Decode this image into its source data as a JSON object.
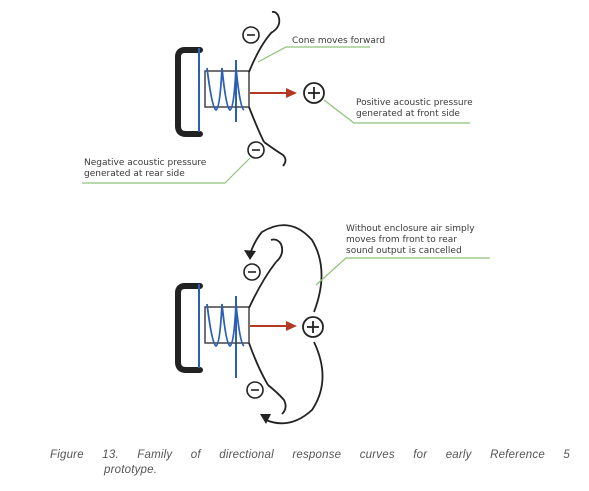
{
  "top_diagram": {
    "label_cone": "Cone moves forward",
    "label_positive": [
      "Positive acoustic pressure",
      "generated at front side"
    ],
    "label_negative": [
      "Negative acoustic pressure",
      "generated at rear side"
    ],
    "plus_symbol": "+",
    "minus_symbol": "−"
  },
  "bottom_diagram": {
    "label_enclosure": [
      "Without enclosure air simply",
      "moves from front to rear",
      "sound output is cancelled"
    ],
    "plus_symbol": "+",
    "minus_symbol": "−"
  },
  "caption": {
    "line1": "Figure 13. Family of directional response curves for early Reference 5",
    "line2": "prototype."
  },
  "colors": {
    "coil": "#2b5fb5",
    "arrow": "#b23a24",
    "leader": "#8fc27a",
    "outline": "#222222"
  }
}
